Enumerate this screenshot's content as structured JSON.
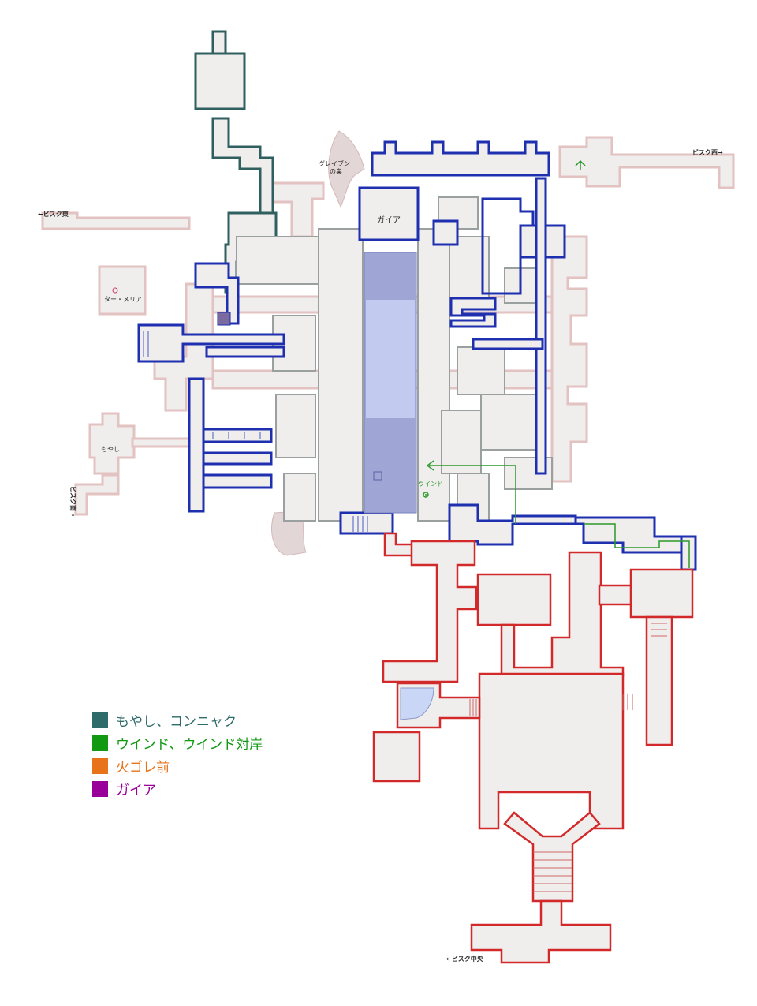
{
  "colors": {
    "floor": "#f0eded",
    "faded_wall": "#e3c2c2",
    "dark_wall": "#2f5f5f",
    "blue_wall": "#1e2fb0",
    "red_wall": "#d22a2a",
    "hall_fill": "#9fa6d6",
    "hall_fill_light": "#c2cbef",
    "ground": "#e3d6d6",
    "water": "#c9d6f5",
    "route_green": "#2a9a2a",
    "moyashi": "#2f6b6b",
    "wind": "#119911",
    "higore": "#e8731a",
    "gaia": "#990099"
  },
  "labels": {
    "east_exit": "←ビスク東",
    "west_exit": "ビスク西→",
    "south_exit": "ビスク南→",
    "central_exit": "←ビスク中央",
    "griffin_nest": [
      "グレイブン",
      "の巣"
    ],
    "gaia_room": "ガイア",
    "tar_meria": "ター・メリア",
    "moyashi_room": "もやし",
    "wind_point": "ウインド"
  },
  "icons": {
    "wind_marker": "target-circle-icon",
    "meria_marker": "small-circle-icon"
  },
  "legend": [
    {
      "label": "もやし、コンニャク",
      "color": "#2f6b6b",
      "text_color": "#2f6b6b"
    },
    {
      "label": "ウインド、ウインド対岸",
      "color": "#119911",
      "text_color": "#119911"
    },
    {
      "label": "火ゴレ前",
      "color": "#e8731a",
      "text_color": "#e8731a"
    },
    {
      "label": "ガイア",
      "color": "#990099",
      "text_color": "#990099"
    }
  ]
}
